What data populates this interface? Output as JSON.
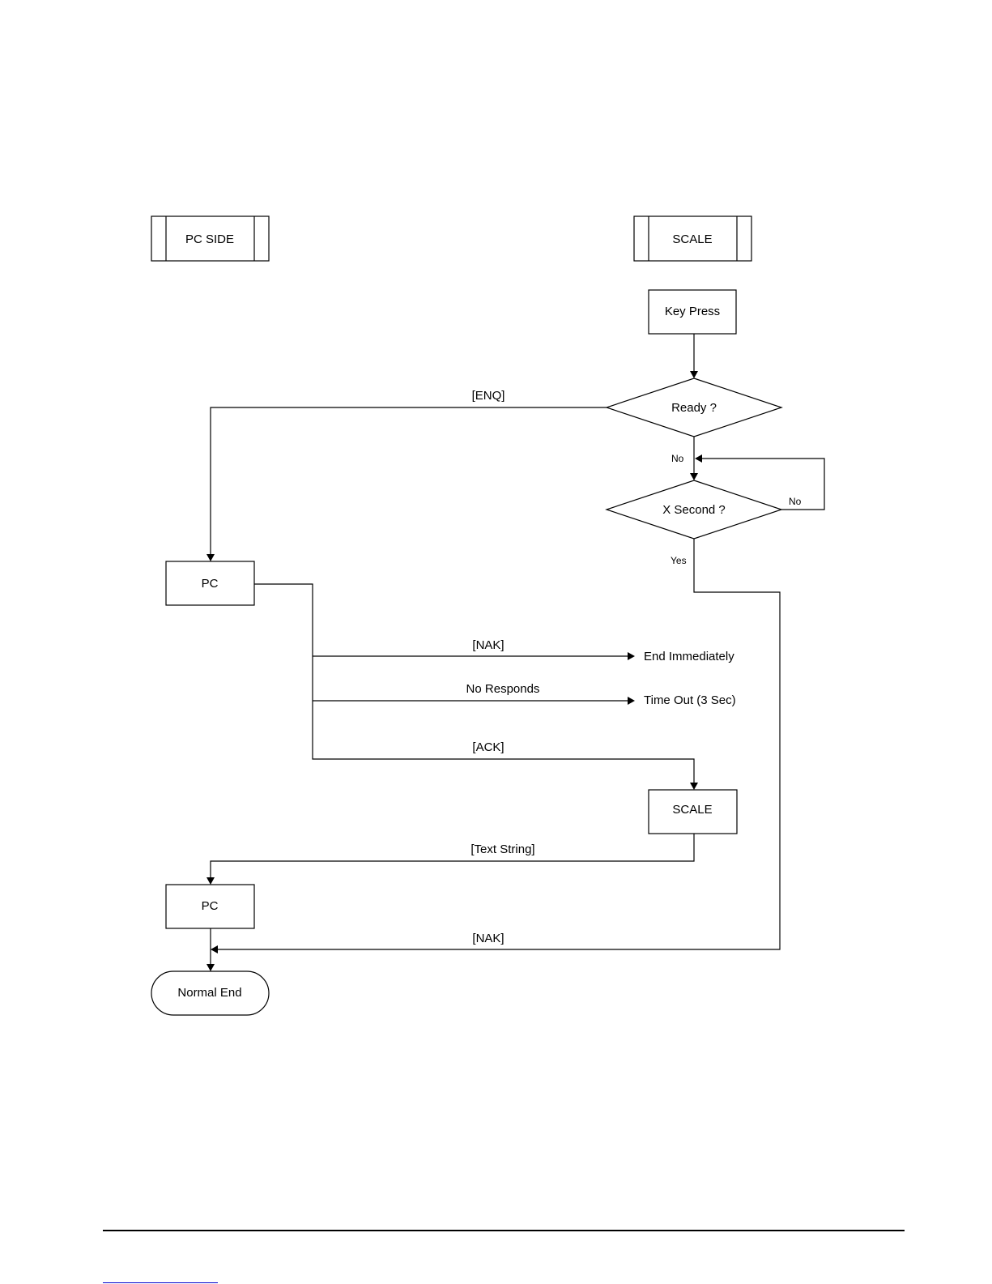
{
  "nodes": {
    "pc_side_header": "PC SIDE",
    "scale_header": "SCALE",
    "key_press": "Key Press",
    "ready_decision": "Ready ?",
    "x_second_decision": "X Second ?",
    "pc_first": "PC",
    "scale_second": "SCALE",
    "pc_second": "PC",
    "normal_end": "Normal End",
    "end_immediately": "End Immediately",
    "time_out": "Time Out (3 Sec)"
  },
  "edges": {
    "enq": "[ENQ]",
    "no_ready": "No",
    "no_loop": "No",
    "yes": "Yes",
    "nak_first": "[NAK]",
    "no_responds": "No Responds",
    "ack": "[ACK]",
    "text_string": "[Text String]",
    "nak_second": "[NAK]"
  },
  "colors": {
    "line": "#000000",
    "background": "#ffffff",
    "footer_link": "#0000cc"
  }
}
